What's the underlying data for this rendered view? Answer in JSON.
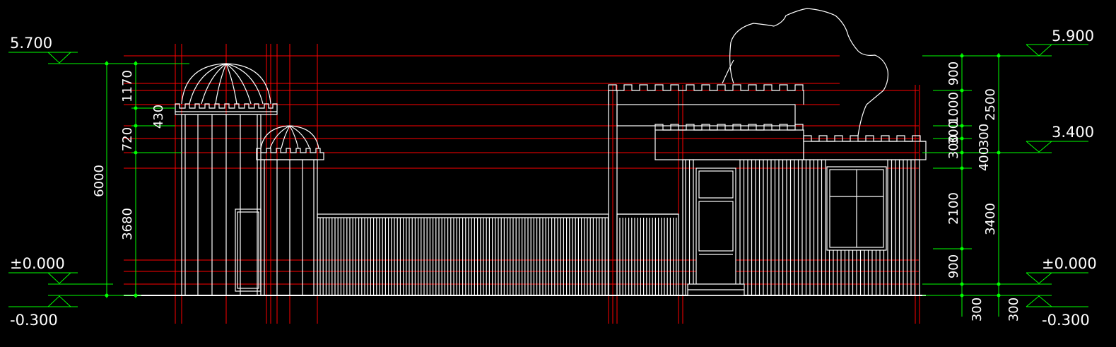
{
  "colors": {
    "background": "#000000",
    "outline": "#ffffff",
    "axis_lines": "#ff0000",
    "dimension_lines": "#00ff00"
  },
  "level_marks": {
    "left_top": "5.700",
    "left_zero": "±0.000",
    "left_bottom": "-0.300",
    "right_top": "5.900",
    "right_mid": "3.400",
    "right_zero": "±0.000",
    "right_bottom": "-0.300"
  },
  "dimensions_left": {
    "total": "6000",
    "dome": "1170",
    "battlement": "430",
    "upper_band": "720",
    "body": "3680"
  },
  "dimensions_right_inner": {
    "top_parapet": "900",
    "wall_band": "1000",
    "battlement_a": "300",
    "battlement_b": "300",
    "fascia": "400",
    "opening": "2100",
    "sill": "900",
    "base": "300"
  },
  "dimensions_right_outer": {
    "roof": "2500",
    "wall": "3400",
    "base": "300"
  }
}
